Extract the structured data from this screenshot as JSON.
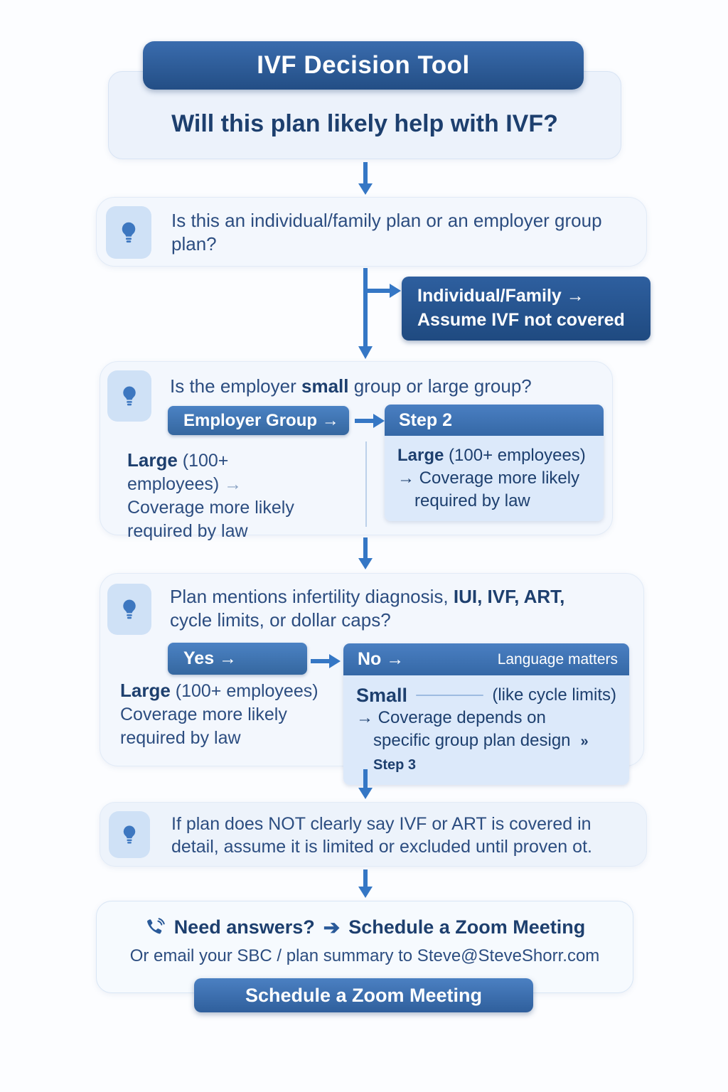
{
  "colors": {
    "dark_blue": "#27538f",
    "mid_blue": "#3d72b0",
    "accent_blue": "#3577c5",
    "light_panel": "#f3f7fd",
    "lighter_panel": "#dce9fa",
    "icon_bg": "#cfe1f6",
    "text_dark": "#1d3f6e",
    "text_body": "#2c4d80"
  },
  "header": {
    "title": "IVF Decision Tool",
    "question": "Will this plan likely help with IVF?"
  },
  "step1": {
    "question": "Is this an individual/family plan or an employer group plan?"
  },
  "branch_individual_family": {
    "line1": "Individual/Family →",
    "line2": "Assume IVF not covered"
  },
  "step2": {
    "question_pre": "Is the employer ",
    "question_bold": "small",
    "question_post": " group or large group?",
    "employer_group_button": "Employer Group →",
    "left": {
      "size_bold": "Large",
      "size_rest": " (100+ employees) ",
      "arrow": "→",
      "note": "Coverage more likely required by law"
    },
    "panel": {
      "header": "Step 2",
      "size_bold": "Large",
      "size_rest": " (100+ employees)",
      "note_line1": "→ Coverage more likely",
      "note_line2": "required by law"
    }
  },
  "step3": {
    "question_pre": "Plan mentions infertility diagnosis, ",
    "question_bold": "IUI, IVF, ART,",
    "question_post": " cycle limits, or dollar caps?",
    "yes_button": "Yes →",
    "no_panel": {
      "header": "No →",
      "header_note": "Language matters",
      "small_bold": "Small",
      "small_note": "(like cycle limits)",
      "note_line1": "→ Coverage depends on",
      "note_line2": "specific group plan design",
      "step3_ref": "» Step 3"
    },
    "left": {
      "size_bold": "Large",
      "size_rest": " (100+ employees)",
      "note": "Coverage more likely required by law"
    }
  },
  "step4": {
    "text": "If plan does NOT clearly say IVF or ART is covered in detail, assume it is limited or excluded until proven ot."
  },
  "footer": {
    "need_answers": "Need answers?",
    "arrow": "➔",
    "schedule_text": "Schedule a Zoom Meeting",
    "email_line": "Or email your SBC / plan summary to Steve@SteveShorr.com",
    "button_label": "Schedule a Zoom Meeting"
  }
}
